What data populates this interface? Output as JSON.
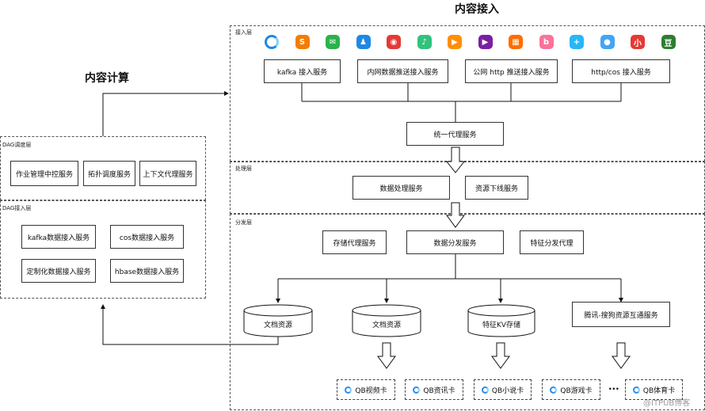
{
  "titles": {
    "content_access": "内容接入",
    "content_compute": "内容计算"
  },
  "layers": {
    "access": "接入层",
    "processing": "处理层",
    "distribution": "分发层",
    "dag_schedule": "DAG调度层",
    "dag_access": "DAG接入层"
  },
  "access_services": [
    "kafka 接入服务",
    "内网数据推送接入服务",
    "公网 http 推送接入服务",
    "http/cos 接入服务"
  ],
  "proxy_service": "统一代理服务",
  "processing_services": [
    "数据处理服务",
    "资源下线服务"
  ],
  "distribution_services": {
    "storage_proxy": "存储代理服务",
    "data_distribution": "数据分发服务",
    "feature_proxy": "特征分发代理"
  },
  "storages": [
    "文档资源",
    "文档资源",
    "特征KV存储"
  ],
  "exchange_service": "腾讯-搜狗资源互通服务",
  "cards": [
    "QB视频卡",
    "QB资讯卡",
    "QB小说卡",
    "QB游戏卡",
    "QB体育卡"
  ],
  "ellipsis": "...",
  "dag_schedule_services": [
    "作业管理中控服务",
    "拓扑调度服务",
    "上下文代理服务"
  ],
  "dag_access_services": [
    "kafka数据接入服务",
    "cos数据接入服务",
    "定制化数据接入服务",
    "hbase数据接入服务"
  ],
  "icons": [
    {
      "name": "qq-browser-icon",
      "glyph": "",
      "color": "#1e88e5"
    },
    {
      "name": "sogou-icon",
      "glyph": "S",
      "color": "#f57c00"
    },
    {
      "name": "wechat-icon",
      "glyph": "✉",
      "color": "#2bb24c"
    },
    {
      "name": "qq-icon",
      "glyph": "♟",
      "color": "#1e88e5"
    },
    {
      "name": "weibo-icon",
      "glyph": "◉",
      "color": "#e53935"
    },
    {
      "name": "qq-music-icon",
      "glyph": "♪",
      "color": "#31c27c"
    },
    {
      "name": "tencent-video-icon",
      "glyph": "▶",
      "color": "#ff8f00"
    },
    {
      "name": "weishi-icon",
      "glyph": "▶",
      "color": "#7b1fa2"
    },
    {
      "name": "kuaibao-icon",
      "glyph": "▦",
      "color": "#ff6d00"
    },
    {
      "name": "bilibili-icon",
      "glyph": "b",
      "color": "#fb7299"
    },
    {
      "name": "plus-app-icon",
      "glyph": "+",
      "color": "#29b6f6"
    },
    {
      "name": "penguin-icon",
      "glyph": "●",
      "color": "#42a5f5"
    },
    {
      "name": "xiaohongshu-icon",
      "glyph": "小",
      "color": "#e53935"
    },
    {
      "name": "douban-icon",
      "glyph": "豆",
      "color": "#2e7d32"
    }
  ],
  "watermark": "@ITPUB博客"
}
